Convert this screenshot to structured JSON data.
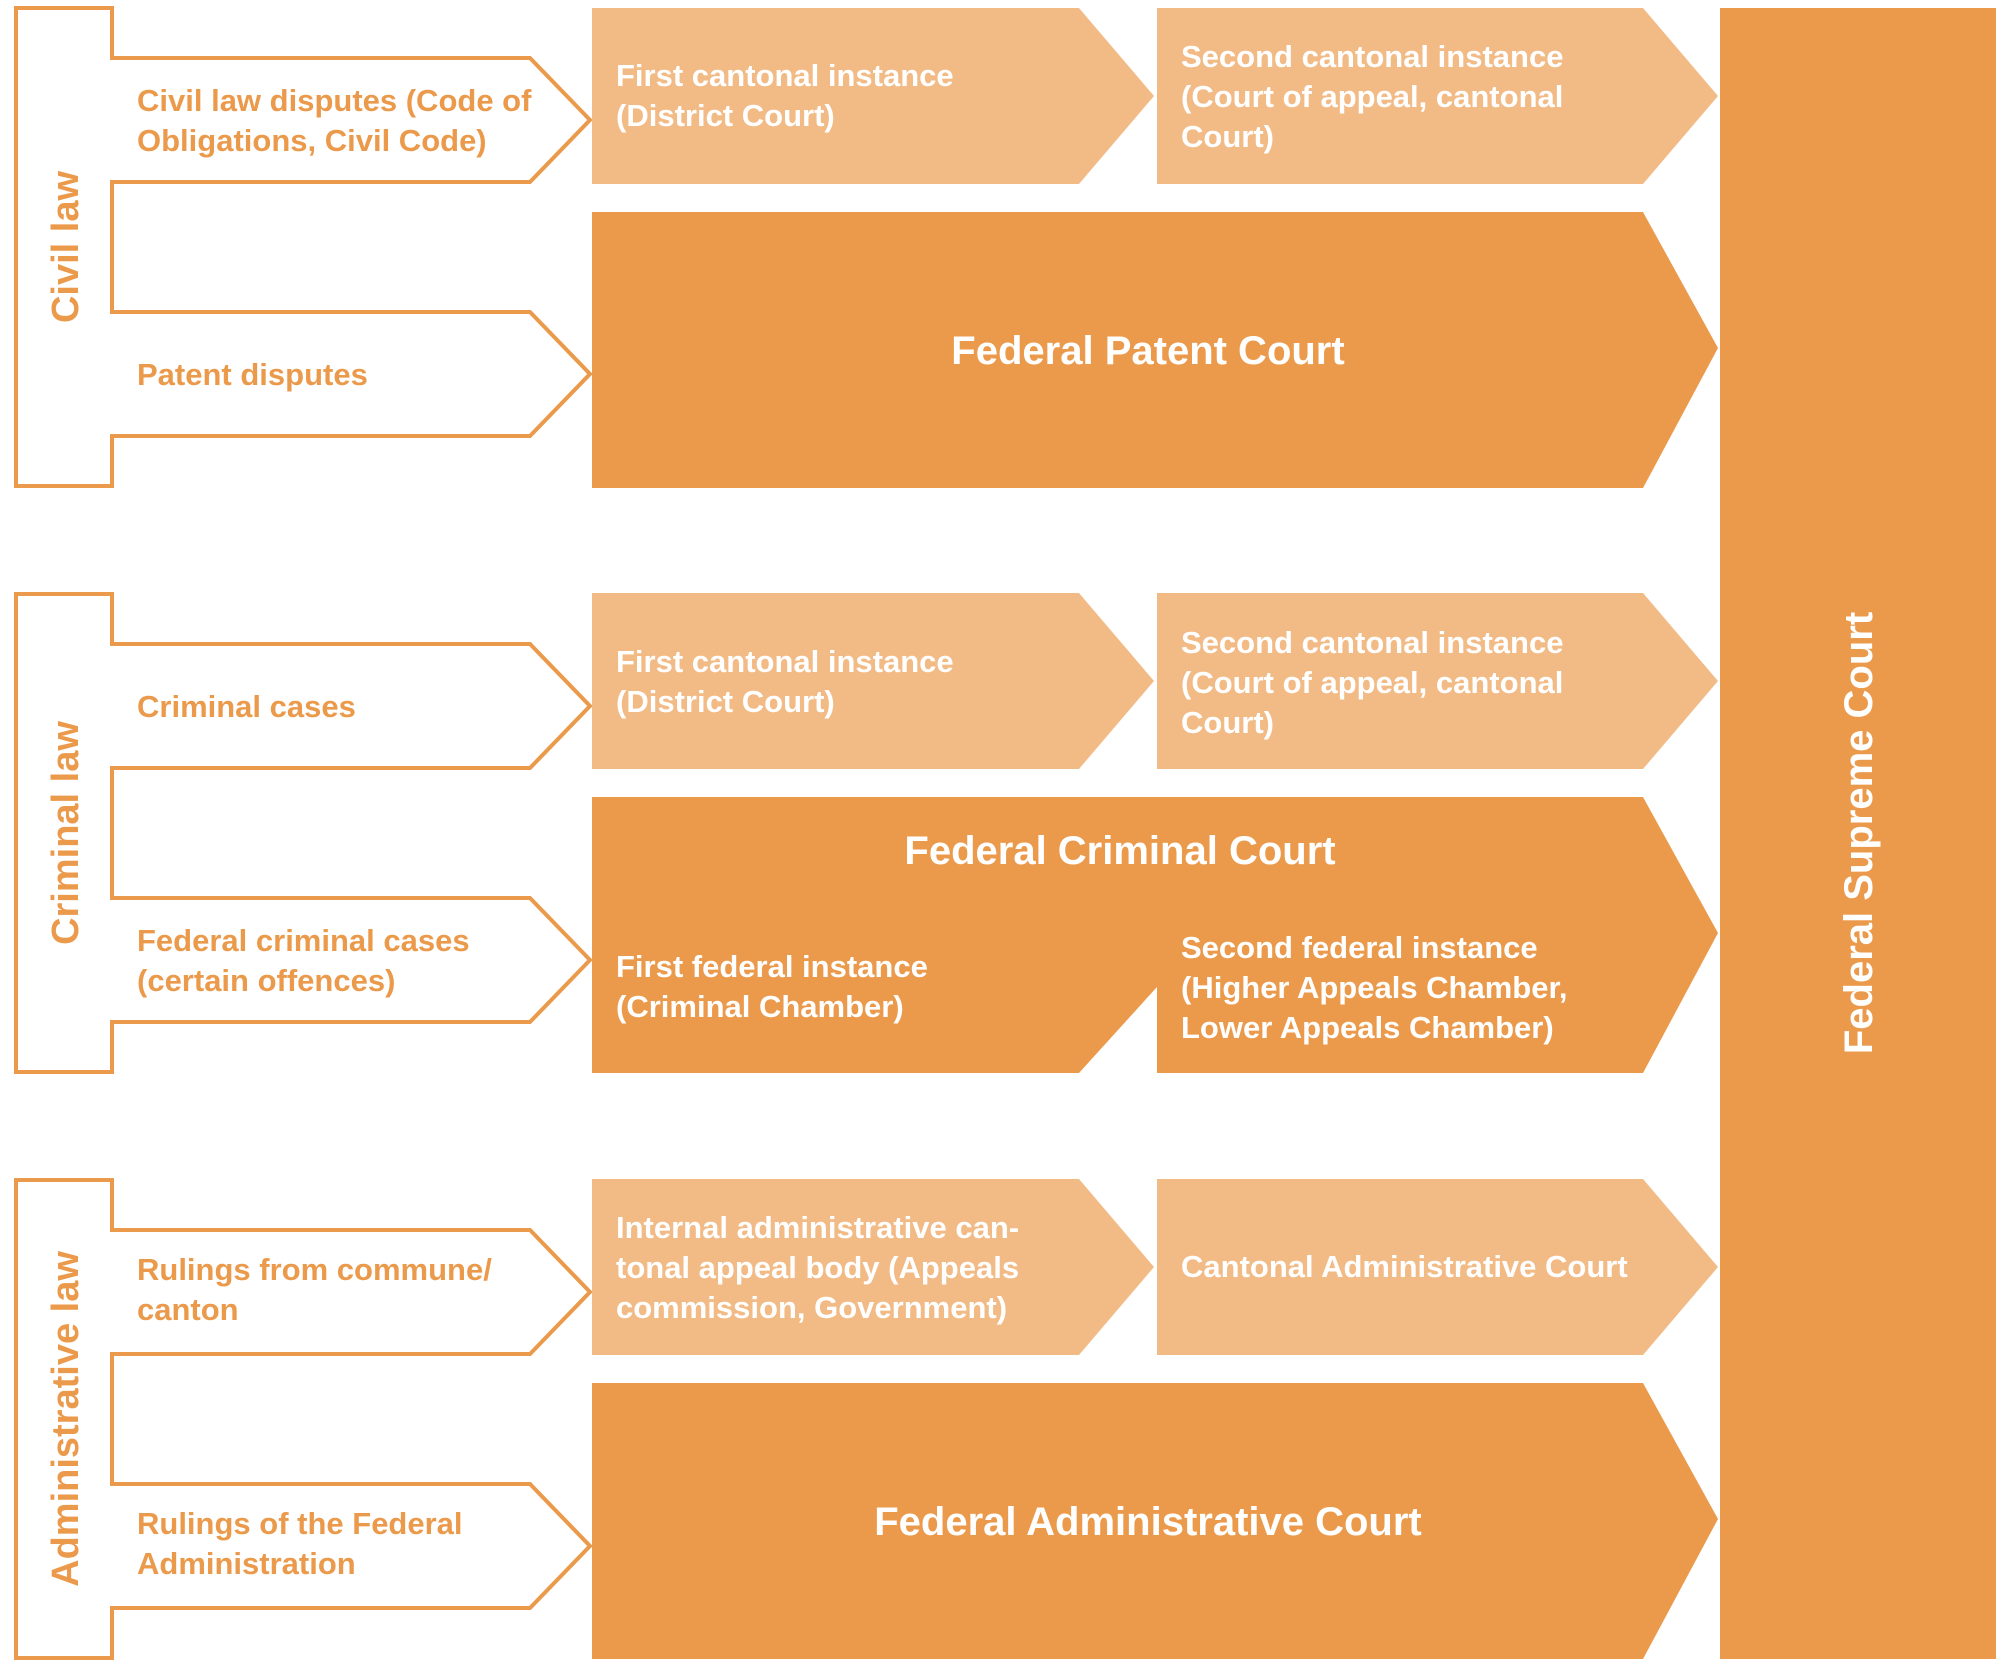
{
  "colors": {
    "light": "#f2bb86",
    "dark": "#eb9a4b",
    "outline": "#eb9a4b"
  },
  "categories": {
    "civil": "Civil law",
    "criminal": "Criminal law",
    "administrative": "Administrative law"
  },
  "inputs": {
    "civil_disputes": [
      "Civil law disputes (Code of",
      "Obligations, Civil Code)"
    ],
    "patent_disputes": [
      "Patent disputes"
    ],
    "criminal_cases": [
      "Criminal cases"
    ],
    "federal_criminal_cases": [
      "Federal criminal cases",
      "(certain offences)"
    ],
    "rulings_commune": [
      "Rulings from commune/",
      "canton"
    ],
    "rulings_federal": [
      "Rulings of the Federal",
      "Administration"
    ]
  },
  "courts": {
    "civil_first": [
      "First cantonal instance",
      "(District Court)"
    ],
    "civil_second": [
      "Second cantonal instance",
      "(Court of appeal, cantonal",
      "Court)"
    ],
    "patent": [
      "Federal Patent Court"
    ],
    "criminal_first": [
      "First cantonal instance",
      "(District Court)"
    ],
    "criminal_second": [
      "Second cantonal instance",
      "(Court of appeal, cantonal",
      "Court)"
    ],
    "federal_criminal": [
      "Federal Criminal Court"
    ],
    "federal_criminal_first": [
      "First federal instance",
      "(Criminal Chamber)"
    ],
    "federal_criminal_second": [
      "Second federal instance",
      "(Higher Appeals Chamber,",
      "Lower Appeals Chamber)"
    ],
    "admin_internal": [
      "Internal administrative can-",
      "tonal appeal body (Appeals",
      "commission, Government)"
    ],
    "admin_cantonal": [
      "Cantonal Administrative Court"
    ],
    "admin_federal": [
      "Federal Administrative Court"
    ],
    "supreme": "Federal Supreme Court"
  }
}
